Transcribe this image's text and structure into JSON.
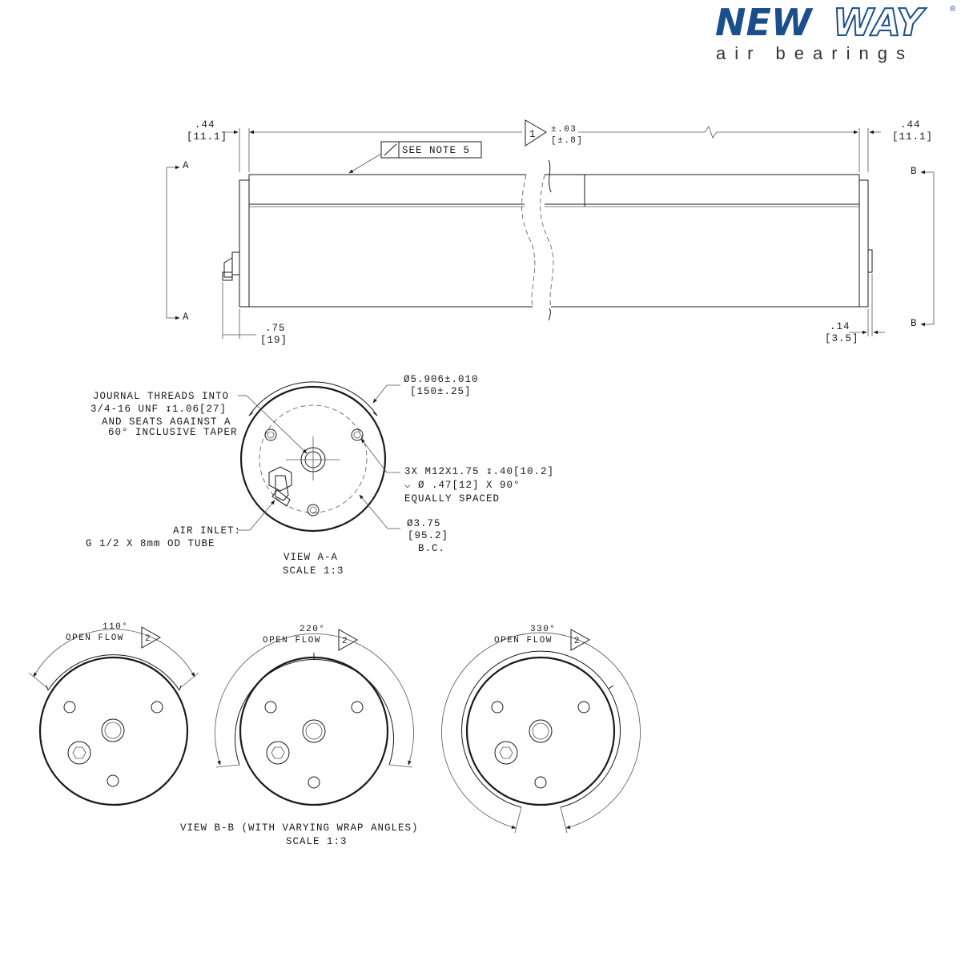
{
  "logo": {
    "brand_left": "NEW",
    "brand_right": "WAY",
    "registered": "®",
    "tagline": "air bearings",
    "brand_color": "#1b4f8c"
  },
  "side_view": {
    "dim_left_top": ".44",
    "dim_left_top_mm": "[11.1]",
    "dim_right_top": ".44",
    "dim_right_top_mm": "[11.1]",
    "length_note_number": "1",
    "length_tol": "±.03",
    "length_tol_mm": "[±.8]",
    "see_note": "SEE NOTE 5",
    "section_a_top": "A",
    "section_a_bottom": "A",
    "section_b_top": "B",
    "section_b_bottom": "B",
    "dim_left_bottom": ".75",
    "dim_left_bottom_mm": "[19]",
    "dim_right_bottom": ".14",
    "dim_right_bottom_mm": "[3.5]"
  },
  "view_aa": {
    "journal_note": [
      "JOURNAL THREADS INTO",
      "3/4-16 UNF  ↧1.06[27]",
      "AND SEATS AGAINST A",
      "60° INCLUSIVE TAPER"
    ],
    "diameter": "Ø5.906±.010",
    "diameter_mm": "[150±.25]",
    "holes_note": [
      "3X M12X1.75 ↧.40[10.2]",
      "⌵ Ø .47[12] X 90°",
      "EQUALLY SPACED"
    ],
    "air_inlet": [
      "AIR INLET:",
      "G 1/2 X 8mm OD TUBE"
    ],
    "bolt_circle": [
      "Ø3.75",
      "[95.2]",
      "B.C."
    ],
    "title": "VIEW A-A",
    "scale": "SCALE 1:3"
  },
  "view_bb": {
    "wraps": [
      {
        "angle": "110°",
        "label": "OPEN FLOW",
        "note": "2"
      },
      {
        "angle": "220°",
        "label": "OPEN FLOW",
        "note": "2"
      },
      {
        "angle": "330°",
        "label": "OPEN FLOW",
        "note": "2"
      }
    ],
    "title": "VIEW B-B (WITH VARYING WRAP ANGLES)",
    "scale": "SCALE 1:3"
  }
}
